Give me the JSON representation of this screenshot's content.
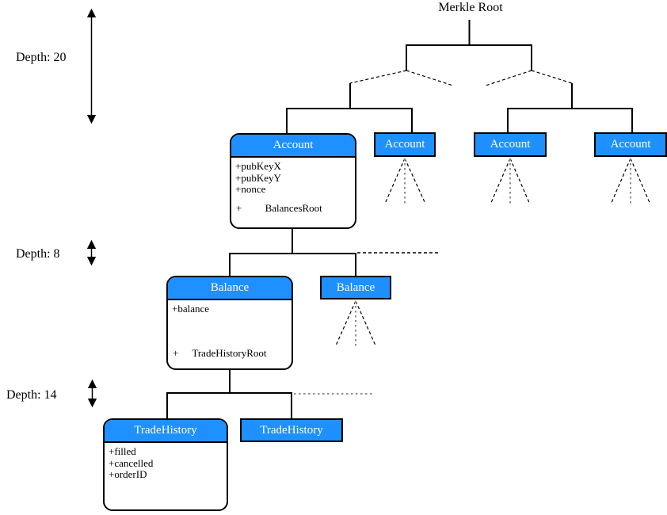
{
  "diagram": {
    "root_label": "Merkle Root",
    "depth_labels": [
      {
        "label": "Depth: 20"
      },
      {
        "label": "Depth: 8"
      },
      {
        "label": "Depth: 14"
      }
    ],
    "colors": {
      "node_fill": "#1e90ff",
      "node_border": "#000000",
      "header_text": "#ffffff",
      "line": "#000000",
      "dashed_gray": "#909090"
    },
    "nodes": {
      "account": {
        "title": "Account",
        "fields": [
          "+pubKeyX",
          "+pubKeyY",
          "+nonce"
        ],
        "link_plus": "+",
        "link_name": "BalancesRoot"
      },
      "balance": {
        "title": "Balance",
        "fields": [
          "+balance"
        ],
        "link_plus": "+",
        "link_name": "TradeHistoryRoot"
      },
      "trade_history": {
        "title": "TradeHistory",
        "fields": [
          "+filled",
          "+cancelled",
          "+orderID"
        ]
      },
      "account_leaves": [
        {
          "title": "Account"
        },
        {
          "title": "Account"
        },
        {
          "title": "Account"
        }
      ],
      "balance_leaf": {
        "title": "Balance"
      },
      "trade_history_leaf": {
        "title": "TradeHistory"
      }
    }
  }
}
